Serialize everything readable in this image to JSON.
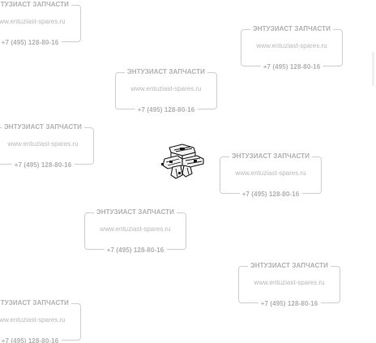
{
  "watermark": {
    "line1": "ЭНТУЗИАСТ ЗАПЧАСТИ",
    "line2": "www.entuziast-spares.ru",
    "line3": "+7 (495) 128-80-16"
  },
  "product": {
    "icon": "car-part-clip-icon"
  },
  "colors": {
    "background": "#ffffff",
    "watermark_text": "#b5b5b5",
    "watermark_frame": "#cfcfcf",
    "part_outline": "#1a1a1a"
  }
}
